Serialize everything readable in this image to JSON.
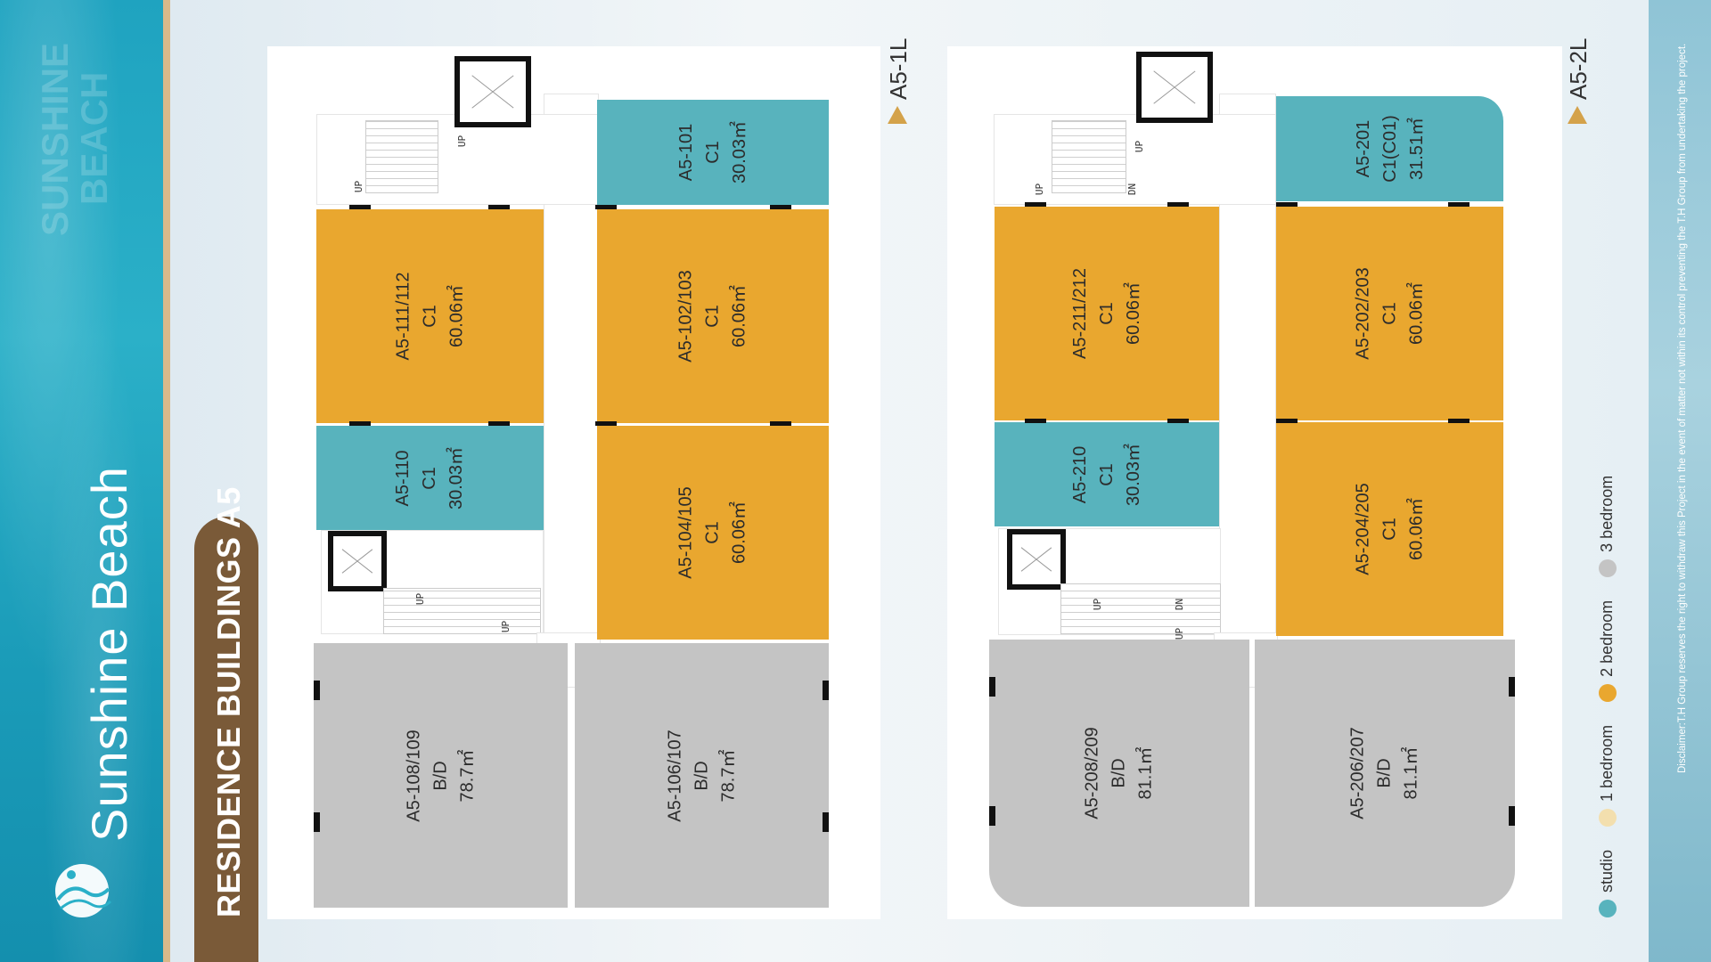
{
  "brand": {
    "name": "Sunshine Beach",
    "watermark": "SUNSHINE\n   BEACH"
  },
  "page_title": "RESIDENCE BUILDINGS A5",
  "floors": [
    {
      "tag": "A5-1L",
      "rooms": [
        {
          "id": "A5-101",
          "type": "C1",
          "area": "30.03㎡",
          "category": "studio"
        },
        {
          "id": "A5-111/112",
          "type": "C1",
          "area": "60.06㎡",
          "category": "2 bedroom"
        },
        {
          "id": "A5-102/103",
          "type": "C1",
          "area": "60.06㎡",
          "category": "2 bedroom"
        },
        {
          "id": "A5-110",
          "type": "C1",
          "area": "30.03㎡",
          "category": "studio"
        },
        {
          "id": "A5-104/105",
          "type": "C1",
          "area": "60.06㎡",
          "category": "2 bedroom"
        },
        {
          "id": "A5-108/109",
          "type": "B/D",
          "area": "78.7㎡",
          "category": "3 bedroom"
        },
        {
          "id": "A5-106/107",
          "type": "B/D",
          "area": "78.7㎡",
          "category": "3 bedroom"
        }
      ],
      "stair_labels": [
        "UP",
        "UP",
        "UP",
        "UP"
      ]
    },
    {
      "tag": "A5-2L",
      "rooms": [
        {
          "id": "A5-201",
          "type": "C1(C01)",
          "area": "31.51㎡",
          "category": "studio"
        },
        {
          "id": "A5-211/212",
          "type": "C1",
          "area": "60.06㎡",
          "category": "2 bedroom"
        },
        {
          "id": "A5-202/203",
          "type": "C1",
          "area": "60.06㎡",
          "category": "2 bedroom"
        },
        {
          "id": "A5-210",
          "type": "C1",
          "area": "30.03㎡",
          "category": "studio"
        },
        {
          "id": "A5-204/205",
          "type": "C1",
          "area": "60.06㎡",
          "category": "2 bedroom"
        },
        {
          "id": "A5-208/209",
          "type": "B/D",
          "area": "81.1㎡",
          "category": "3 bedroom"
        },
        {
          "id": "A5-206/207",
          "type": "B/D",
          "area": "81.1㎡",
          "category": "3 bedroom"
        }
      ],
      "stair_labels": [
        "UP",
        "DN",
        "UP",
        "UP",
        "DN",
        "UP"
      ]
    }
  ],
  "legend": [
    {
      "label": "studio",
      "color": "#58b3bd"
    },
    {
      "label": "1 bedroom",
      "color": "#f3dfae"
    },
    {
      "label": "2 bedroom",
      "color": "#e9a72f"
    },
    {
      "label": "3 bedroom",
      "color": "#c4c4c4"
    }
  ],
  "disclaimer": "Disclaimer:T.H Group reserves the right to withdraw this Project in the event of matter not within its control preventing the T.H Group from undertaking the project."
}
